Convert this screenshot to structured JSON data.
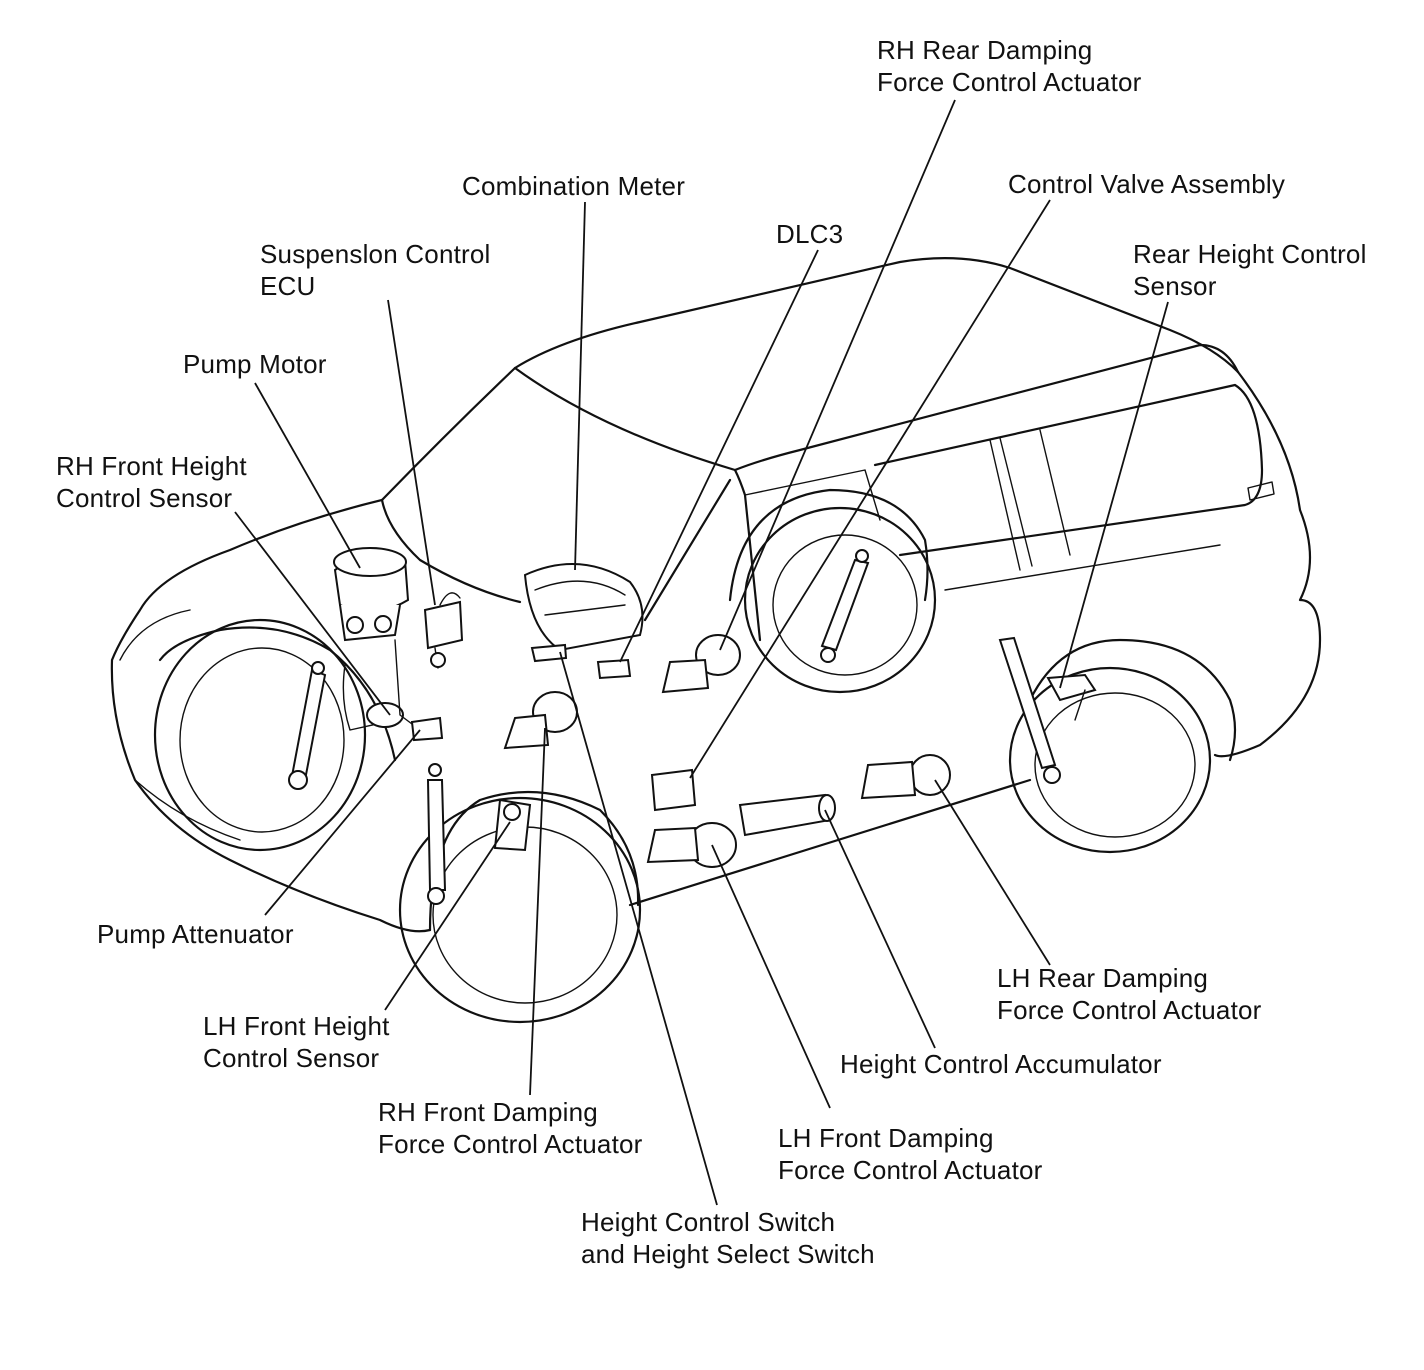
{
  "labels": {
    "rh_rear_damping": [
      "RH Rear Damping",
      "Force Control Actuator"
    ],
    "combination_meter": [
      "Combination Meter"
    ],
    "control_valve_assembly": [
      "Control Valve Assembly"
    ],
    "dlc3": [
      "DLC3"
    ],
    "suspension_control_ecu": [
      "Suspenslon Control",
      "ECU"
    ],
    "rear_height_control_sensor": [
      "Rear Height Control",
      "Sensor"
    ],
    "pump_motor": [
      "Pump Motor"
    ],
    "rh_front_height_sensor": [
      "RH Front Height",
      "Control Sensor"
    ],
    "pump_attenuator": [
      "Pump Attenuator"
    ],
    "lh_rear_damping": [
      "LH Rear Damping",
      "Force Control Actuator"
    ],
    "lh_front_height_sensor": [
      "LH Front Height",
      "Control Sensor"
    ],
    "height_control_accumulator": [
      "Height Control Accumulator"
    ],
    "rh_front_damping": [
      "RH Front Damping",
      "Force Control Actuator"
    ],
    "lh_front_damping": [
      "LH Front Damping",
      "Force Control Actuator"
    ],
    "height_control_switch": [
      "Height Control Switch",
      "and Height Select Switch"
    ]
  }
}
